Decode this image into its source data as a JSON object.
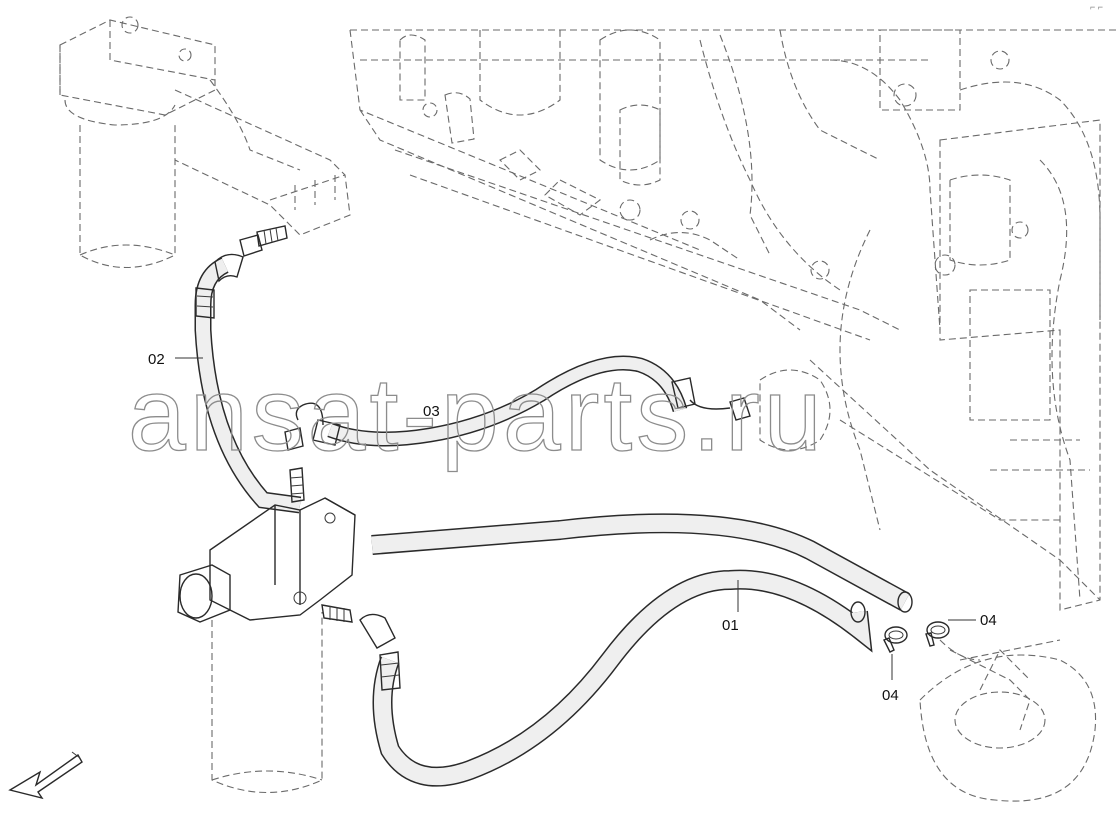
{
  "diagram": {
    "callouts": {
      "hose_01": "01",
      "hose_02": "02",
      "hose_03": "03",
      "clamp_04_lower": "04",
      "clamp_04_right": "04"
    },
    "watermark": "ansat-parts.ru",
    "corner_mark": "⌐ ⌐",
    "icons": [
      "direction-arrow-icon"
    ]
  }
}
